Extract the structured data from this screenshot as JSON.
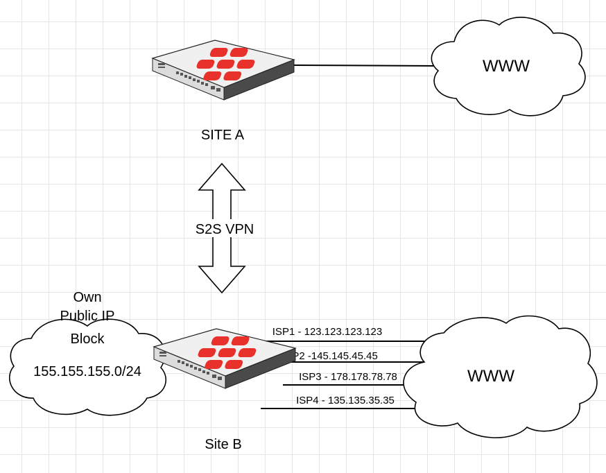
{
  "site_a": {
    "label": "SITE A",
    "cloud_label": "WWW"
  },
  "vpn": {
    "label": "S2S VPN"
  },
  "site_b": {
    "label": "Site B",
    "cloud_label": "WWW",
    "own_block": {
      "line1": "Own",
      "line2": "Public IP",
      "line3": "Block",
      "prefix": "155.155.155.0/24"
    },
    "isps": [
      {
        "label": "ISP1 - 123.123.123.123"
      },
      {
        "label": "ISP2 -145.145.45.45"
      },
      {
        "label": "ISP3 - 178.178.78.78"
      },
      {
        "label": "ISP4 - 135.135.35.35"
      }
    ]
  },
  "colors": {
    "logo_red": "#e8312a",
    "device_body": "#f2f2f2",
    "device_dark": "#3a3a3a"
  },
  "icons": {
    "firewall": "fortinet-firewall-icon",
    "cloud": "cloud-icon"
  }
}
